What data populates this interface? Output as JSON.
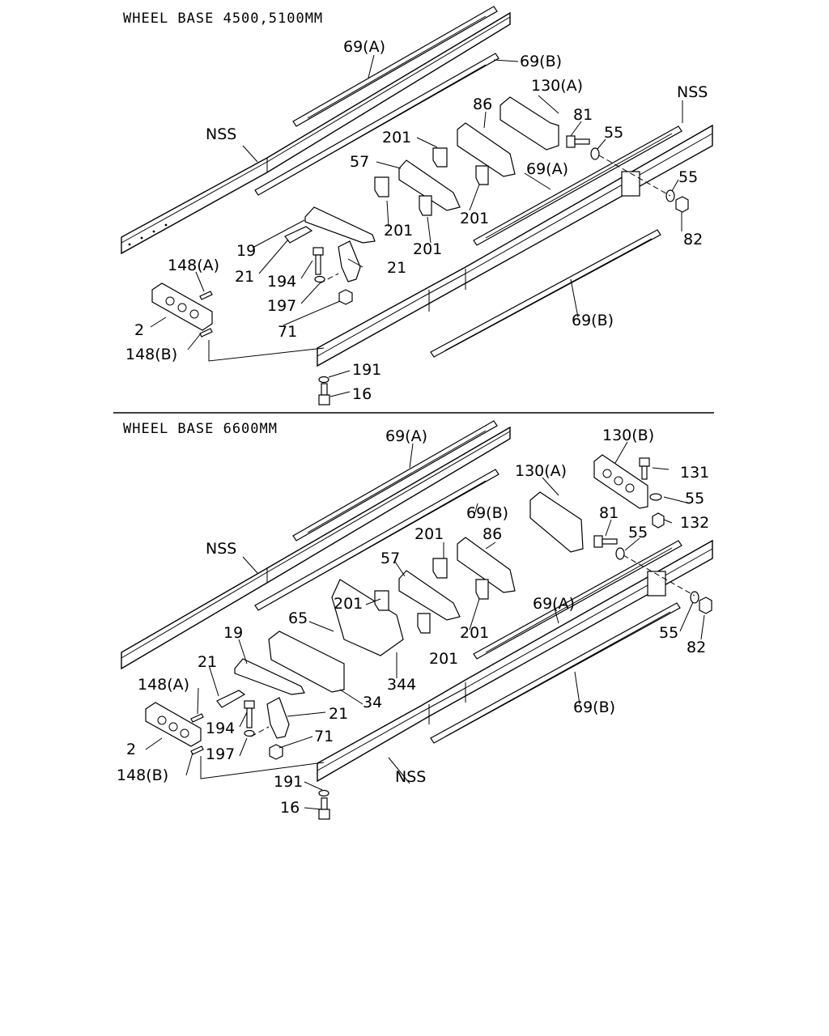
{
  "sections": [
    {
      "title": "WHEEL BASE 4500,5100MM",
      "callouts": {
        "c_69a_top": "69(A)",
        "c_69b_top": "69(B)",
        "c_nss_left": "NSS",
        "c_130a": "130(A)",
        "c_nss_right": "NSS",
        "c_86": "86",
        "c_81": "81",
        "c_55_a": "55",
        "c_201_a": "201",
        "c_57": "57",
        "c_69a_right": "69(A)",
        "c_55_b": "55",
        "c_201_b": "201",
        "c_201_c": "201",
        "c_201_d": "201",
        "c_82": "82",
        "c_19": "19",
        "c_148a": "148(A)",
        "c_21_a": "21",
        "c_21_b": "21",
        "c_194": "194",
        "c_197": "197",
        "c_2": "2",
        "c_71": "71",
        "c_69b_right": "69(B)",
        "c_148b": "148(B)",
        "c_191": "191",
        "c_16": "16"
      }
    },
    {
      "title": "WHEEL BASE 6600MM",
      "callouts": {
        "c_69a_top": "69(A)",
        "c_130b": "130(B)",
        "c_131": "131",
        "c_130a": "130(A)",
        "c_69b_top": "69(B)",
        "c_55_a": "55",
        "c_132": "132",
        "c_81": "81",
        "c_55_b": "55",
        "c_nss_left": "NSS",
        "c_201_a": "201",
        "c_86": "86",
        "c_57": "57",
        "c_69a_right": "69(A)",
        "c_201_b": "201",
        "c_65": "65",
        "c_201_c": "201",
        "c_201_d": "201",
        "c_55_c": "55",
        "c_82": "82",
        "c_19": "19",
        "c_344": "344",
        "c_21_a": "21",
        "c_34": "34",
        "c_148a": "148(A)",
        "c_21_b": "21",
        "c_69b_right": "69(B)",
        "c_194": "194",
        "c_71": "71",
        "c_2": "2",
        "c_197": "197",
        "c_148b": "148(B)",
        "c_nss_bottom": "NSS",
        "c_191": "191",
        "c_16": "16"
      }
    }
  ]
}
